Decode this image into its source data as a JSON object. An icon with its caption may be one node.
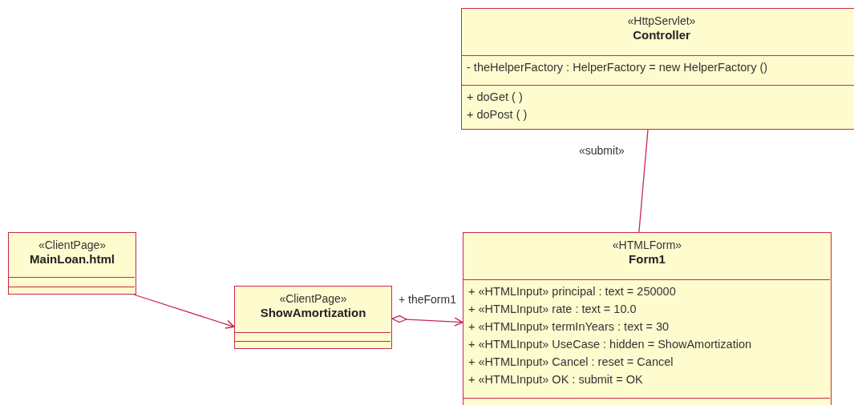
{
  "diagram": {
    "nodes": [
      {
        "text": [
          "«HttpServlet»",
          "Controller"
        ]
      },
      {
        "text": [
          "- theHelperFactory : HelperFactory = new HelperFactory ()"
        ],
        "in": 0
      },
      {
        "text": [
          "+ doGet ( )",
          "+ doPost ( )"
        ],
        "in": 0
      },
      {
        "text": [
          "«ClientPage»",
          "MainLoan.html"
        ]
      },
      {
        "text": [],
        "shape": "box",
        "in": 3
      },
      {
        "text": [],
        "shape": "box",
        "in": 3
      },
      {
        "text": [
          "«ClientPage»",
          "ShowAmortization"
        ]
      },
      {
        "text": [],
        "shape": "box",
        "in": 6
      },
      {
        "text": [],
        "shape": "box",
        "in": 6
      },
      {
        "text": [
          "«HTMLForm»",
          "Form1"
        ]
      },
      {
        "text": [
          "+ «HTMLInput» principal : text = 250000",
          "+ «HTMLInput» rate : text = 10.0",
          "+ «HTMLInput» termInYears : text = 30",
          "+ «HTMLInput» UseCase : hidden = ShowAmortization",
          "+ «HTMLInput» Cancel : reset = Cancel",
          "+ «HTMLInput» OK : submit = OK"
        ],
        "in": 9
      },
      {
        "text": [],
        "shape": "box",
        "in": 9
      }
    ],
    "edges": [
      {
        "from": 3,
        "to": 6,
        "arrow": "to"
      },
      {
        "from": 6,
        "to": 9,
        "arrow": "to",
        "label": "+ theForm1"
      },
      {
        "from": 9,
        "to": 0,
        "arrow": "none",
        "label": "«submit»"
      }
    ]
  }
}
